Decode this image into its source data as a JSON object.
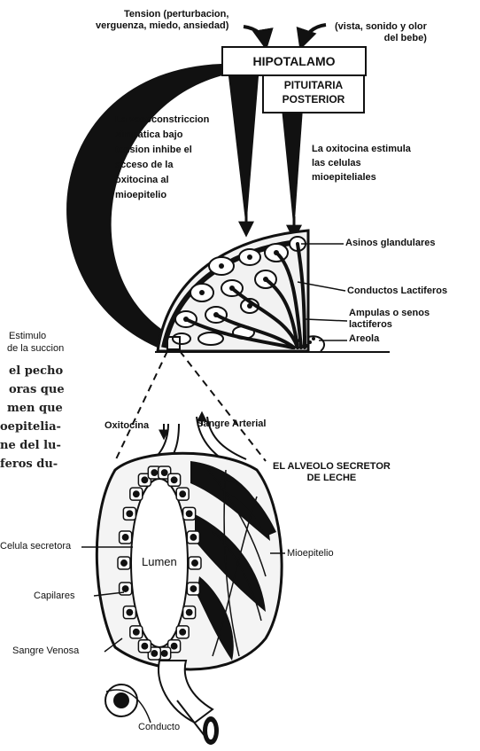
{
  "top": {
    "tension": [
      "Tension (perturbacion,",
      "verguenza, miedo, ansiedad)"
    ],
    "baby_stimuli": [
      "(vista, sonido y olor",
      "del bebe)"
    ]
  },
  "boxes": {
    "hypothalamus": "HIPOTALAMO",
    "pituitary": [
      "PITUITARIA",
      "POSTERIOR"
    ]
  },
  "notes": {
    "vasoconstriction": [
      "La vasoconstriccion",
      "simpatica bajo",
      "tension inhibe el",
      "acceso de la",
      "oxitocina al",
      "mioepitelio"
    ],
    "oxytocin_effect": [
      "La oxitocina estimula",
      "las celulas",
      "mioepiteliales"
    ]
  },
  "breast_labels": {
    "suction": [
      "Estimulo",
      "de la succion"
    ],
    "acini": "Asinos glandulares",
    "ducts": "Conductos Lactiferos",
    "ampullae": [
      "Ampulas o senos",
      "lactiferos"
    ],
    "areola": "Areola"
  },
  "body_text_fragments": [
    "el pecho",
    "oras que",
    "men que",
    "oepitelia-",
    "ne del lu-",
    "feros du-"
  ],
  "alveolus_labels": {
    "oxytocin": "Oxitocina",
    "arterial": "Sangre Arterial",
    "title": [
      "EL ALVEOLO SECRETOR",
      "DE LECHE"
    ],
    "secretory_cell": "Celula secretora",
    "lumen": "Lumen",
    "myoepithelium": "Mioepitelio",
    "capillaries": "Capilares",
    "venous": "Sangre Venosa",
    "duct": "Conducto"
  }
}
